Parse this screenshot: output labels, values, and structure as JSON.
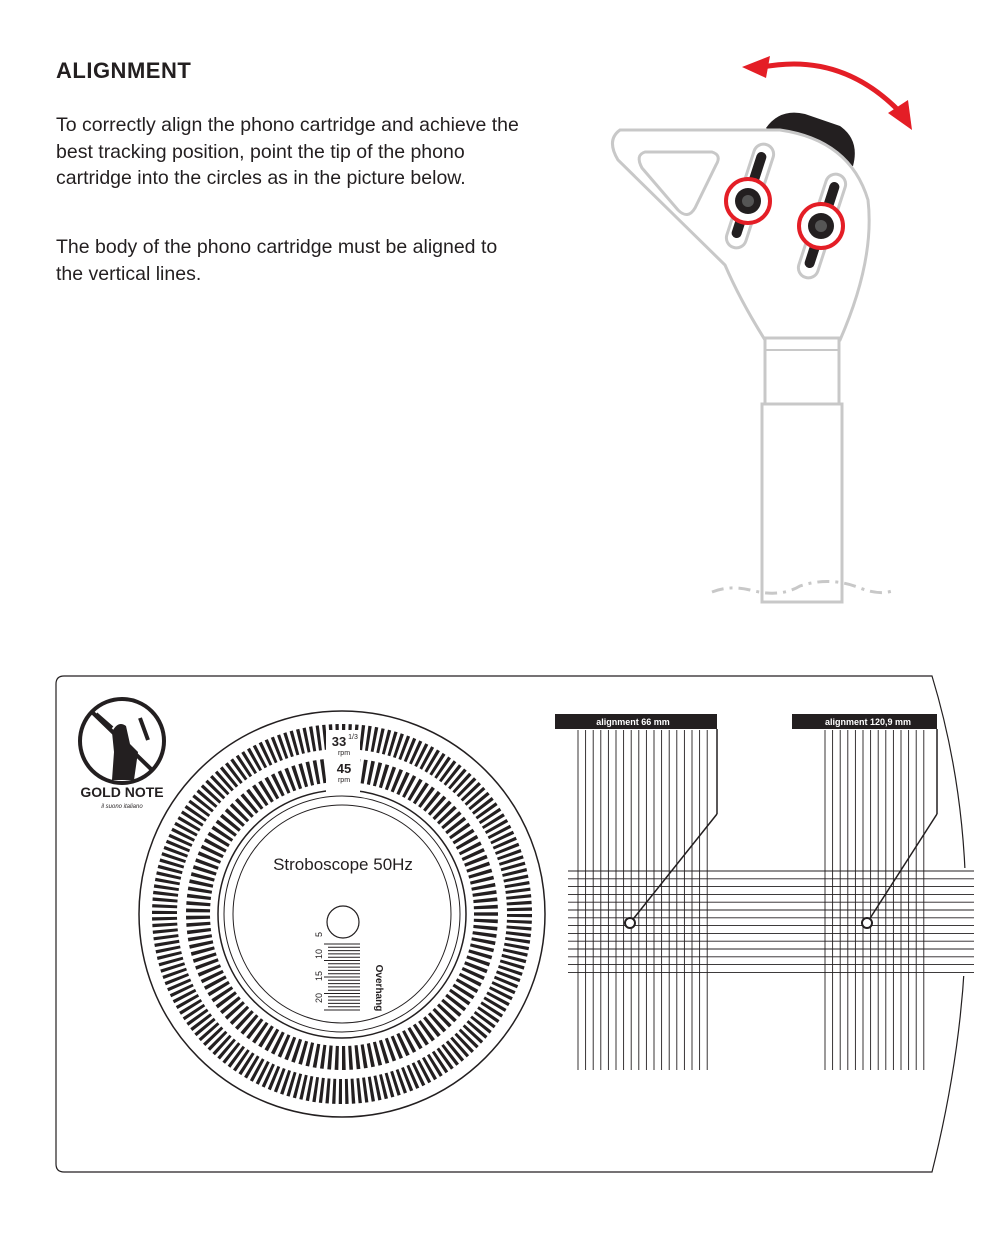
{
  "section": {
    "title": "ALIGNMENT",
    "paragraph_1": "To correctly align the phono cartridge and achieve the best tracking position, point the tip of the phono cartridge into the circles as in the picture below.",
    "paragraph_2": "The body of the phono cartridge must be aligned to the vertical lines."
  },
  "template": {
    "brand_name": "GOLD NOTE",
    "brand_tagline": "il suono italiano",
    "speed_33": "33",
    "speed_33_fraction": "1/3",
    "speed_rpm": "rpm",
    "speed_45": "45",
    "strobe_title": "Stroboscope 50Hz",
    "overhang_label": "Overhang",
    "overhang_ticks": [
      "5",
      "10",
      "15",
      "20"
    ],
    "alignment_1_label": "alignment 66 mm",
    "alignment_2_label": "alignment 120,9 mm"
  },
  "colors": {
    "text": "#231f20",
    "arrow_red": "#e41e26",
    "headshell_grey": "#c8c8c8"
  }
}
